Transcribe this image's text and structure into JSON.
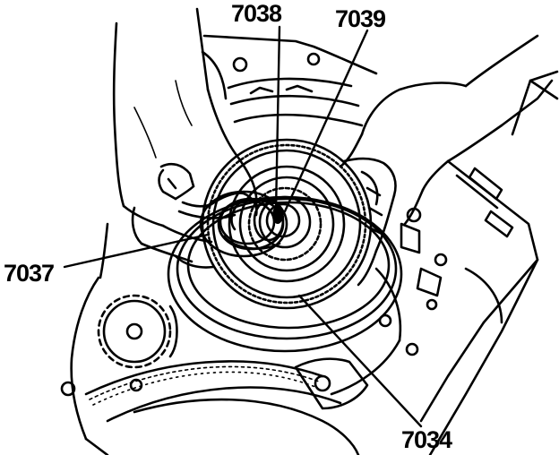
{
  "callouts": {
    "c7038": "7038",
    "c7039": "7039",
    "c7037": "7037",
    "c7034": "7034"
  },
  "colors": {
    "ink": "#000000",
    "paper": "#ffffff"
  }
}
